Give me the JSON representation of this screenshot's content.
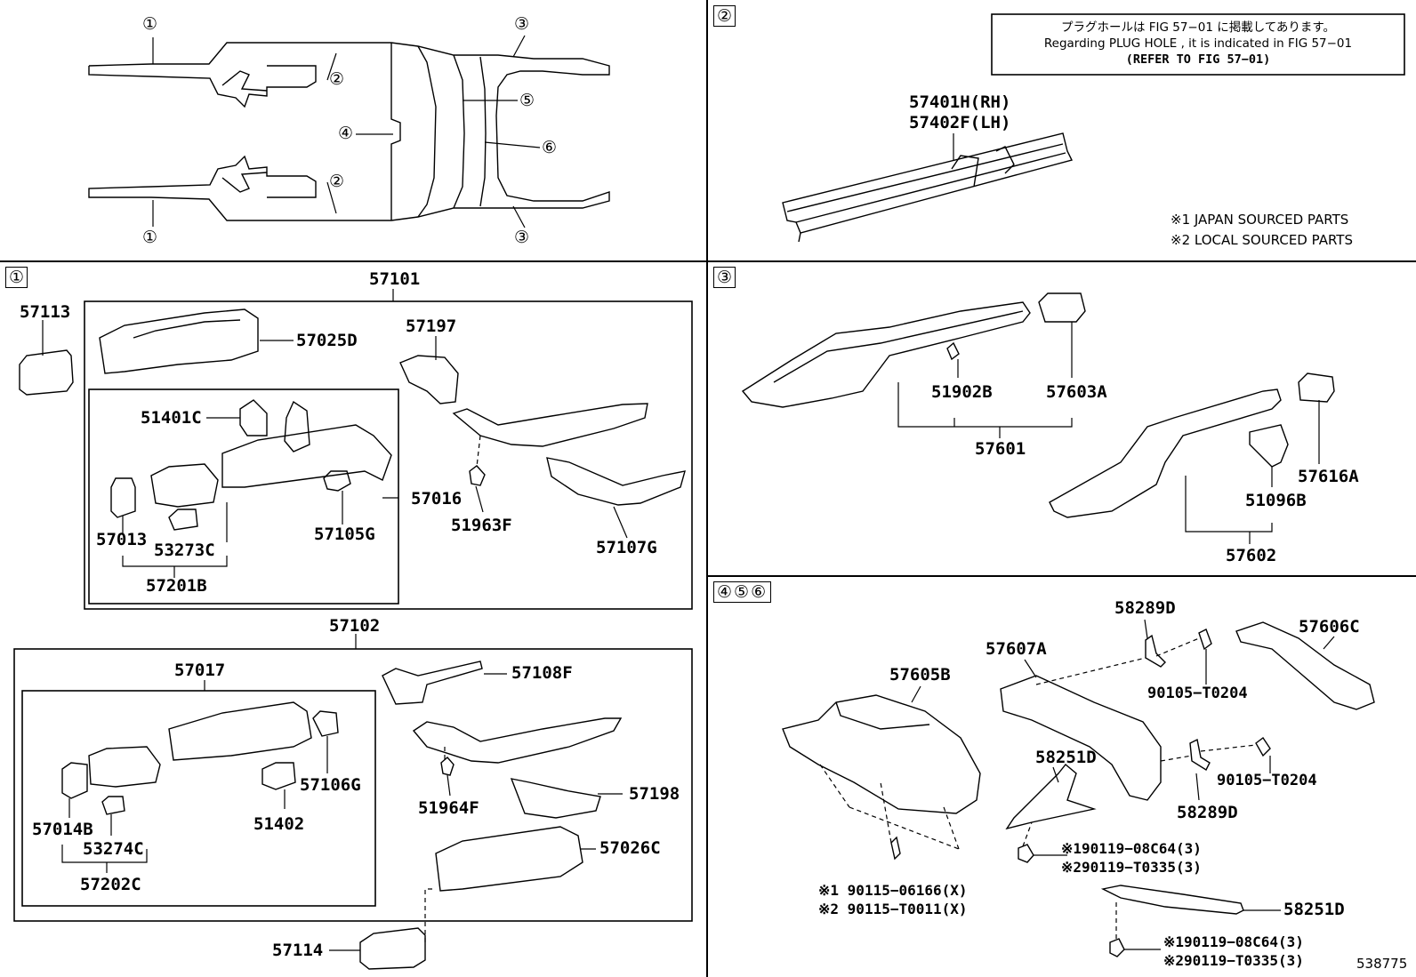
{
  "overview": {
    "callouts": [
      "①",
      "②",
      "③",
      "④",
      "⑤",
      "⑥",
      "②",
      "①",
      "③"
    ]
  },
  "sections": {
    "s1": "①",
    "s2": "②",
    "s3": "③",
    "s456": [
      "④",
      "⑤",
      "⑥"
    ]
  },
  "note_box": {
    "line1": "プラグホールは FIG 57−01 に掲載してあります。",
    "line2": "Regarding  PLUG  HOLE , it is indicated in  FIG  57−01",
    "line3": "(REFER  TO  FIG  57−01)"
  },
  "legend": {
    "line1": "※1 JAPAN SOURCED PARTS",
    "line2": "※2 LOCAL SOURCED PARTS"
  },
  "parts": {
    "p57401H": "57401H(RH)",
    "p57402F": "57402F(LH)",
    "p57101": "57101",
    "p57113": "57113",
    "p57025D": "57025D",
    "p57197": "57197",
    "p51401C": "51401C",
    "p57016": "57016",
    "p57013": "57013",
    "p53273C": "53273C",
    "p57105G": "57105G",
    "p51963F": "51963F",
    "p57107G": "57107G",
    "p57201B": "57201B",
    "p57102": "57102",
    "p57017": "57017",
    "p57108F": "57108F",
    "p57106G": "57106G",
    "p51964F": "51964F",
    "p57198": "57198",
    "p57014B": "57014B",
    "p51402": "51402",
    "p53274C": "53274C",
    "p57026C": "57026C",
    "p57202C": "57202C",
    "p57114": "57114",
    "p51902B": "51902B",
    "p57603A": "57603A",
    "p57601": "57601",
    "p57616A": "57616A",
    "p51096B": "51096B",
    "p57602": "57602",
    "p58289D_a": "58289D",
    "p57606C": "57606C",
    "p57607A": "57607A",
    "p57605B": "57605B",
    "p90105_a": "90105−T0204",
    "p58251D_a": "58251D",
    "p90105_b": "90105−T0204",
    "p58289D_b": "58289D",
    "p90119_a1": "※190119−08C64(3)",
    "p90119_a2": "※290119−T0335(3)",
    "p90115_1": "※1 90115−06166(X)",
    "p90115_2": "※2 90115−T0011(X)",
    "p58251D_b": "58251D",
    "p90119_b1": "※190119−08C64(3)",
    "p90119_b2": "※290119−T0335(3)"
  },
  "figure_number": "538775"
}
